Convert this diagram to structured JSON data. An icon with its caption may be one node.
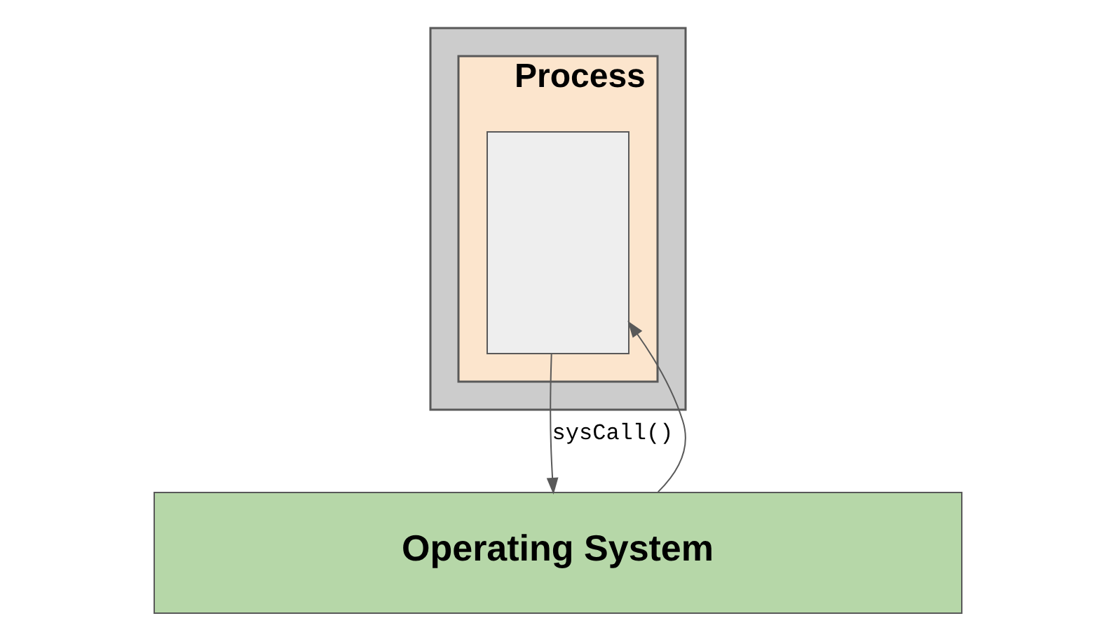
{
  "diagram": {
    "nodes": [
      {
        "text": [],
        "shape": "box"
      },
      {
        "text": [
          "Process"
        ],
        "in": 0
      },
      {
        "text": [],
        "shape": "box",
        "in": 1
      },
      {
        "text": [
          "Operating System"
        ]
      }
    ],
    "edges": [
      {
        "from": 2,
        "to": 3,
        "arrow": "to",
        "label": "sysCall()"
      },
      {
        "from": 3,
        "to": 2,
        "arrow": "to"
      }
    ]
  }
}
